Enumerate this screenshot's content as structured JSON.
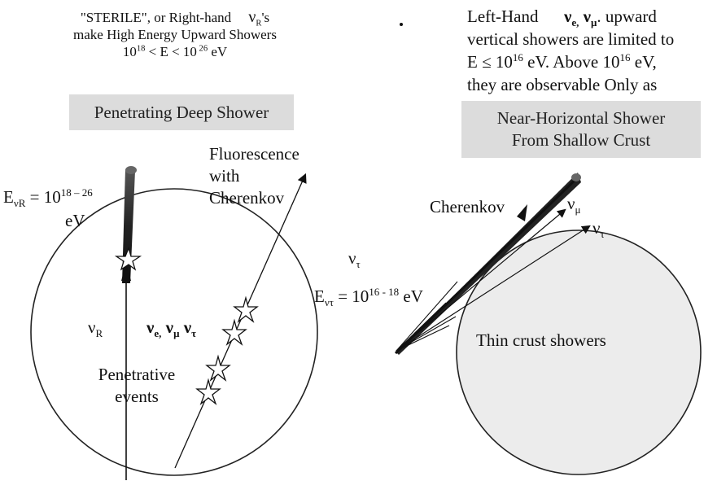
{
  "left_header": {
    "line1_a": "\"STERILE\", or  Right-hand",
    "line1_nu": "ν",
    "line1_sub": "R",
    "line1_b": "'s",
    "line2": "make High Energy Upward Showers",
    "line3_a": "10",
    "line3_sup1": "18",
    "line3_b": " < E < 10",
    "line3_sup2": " 26",
    "line3_c": " eV"
  },
  "right_header": {
    "line1_a": "Left-Hand",
    "line1_nu1": "ν",
    "line1_sub1": "e,",
    "line1_nu2": " ν",
    "line1_sub2": "μ",
    "line1_b": ".  upward",
    "line2": "vertical showers are limited to",
    "line3_a": "E ≤ 10",
    "line3_sup1": "16",
    "line3_b": " eV.  Above 10",
    "line3_sup2": "16",
    "line3_c": " eV,",
    "line4": "they are observable  Only as"
  },
  "left_banner": "Penetrating Deep Shower",
  "right_banner": {
    "line1": "Near-Horizontal Shower",
    "line2": "From Shallow Crust"
  },
  "left_diagram": {
    "energy_a": "E",
    "energy_sub": "νR",
    "energy_b": " = 10",
    "energy_sup": "18 – 26",
    "energy_unit": "eV",
    "fluor_1": "Fluorescence",
    "fluor_2": "with",
    "fluor_3": "Cherenkov",
    "nu_r": "ν",
    "nu_r_sub": "R",
    "nu_e": "ν",
    "nu_e_sub": "e,",
    "nu_mu": " ν",
    "nu_mu_sub": "μ",
    "nu_tau": " ν",
    "nu_tau_sub": "τ",
    "pen_1": "Penetrative",
    "pen_2": "events"
  },
  "right_diagram": {
    "cherenkov": "Cherenkov",
    "nu_mu": "ν",
    "nu_mu_sub": "μ",
    "nu_tau": "ν",
    "nu_tau_sub": "τ",
    "nu_tau_label": "ν",
    "nu_tau_label_sub": "τ",
    "energy_a": "E",
    "energy_sub": "ντ",
    "energy_b": " = 10",
    "energy_sup": "16 - 18",
    "energy_unit": " eV",
    "crust": "Thin crust showers"
  },
  "colors": {
    "banner": "#dcdcdc",
    "earth_fill": "#ececec",
    "ink": "#111111"
  }
}
